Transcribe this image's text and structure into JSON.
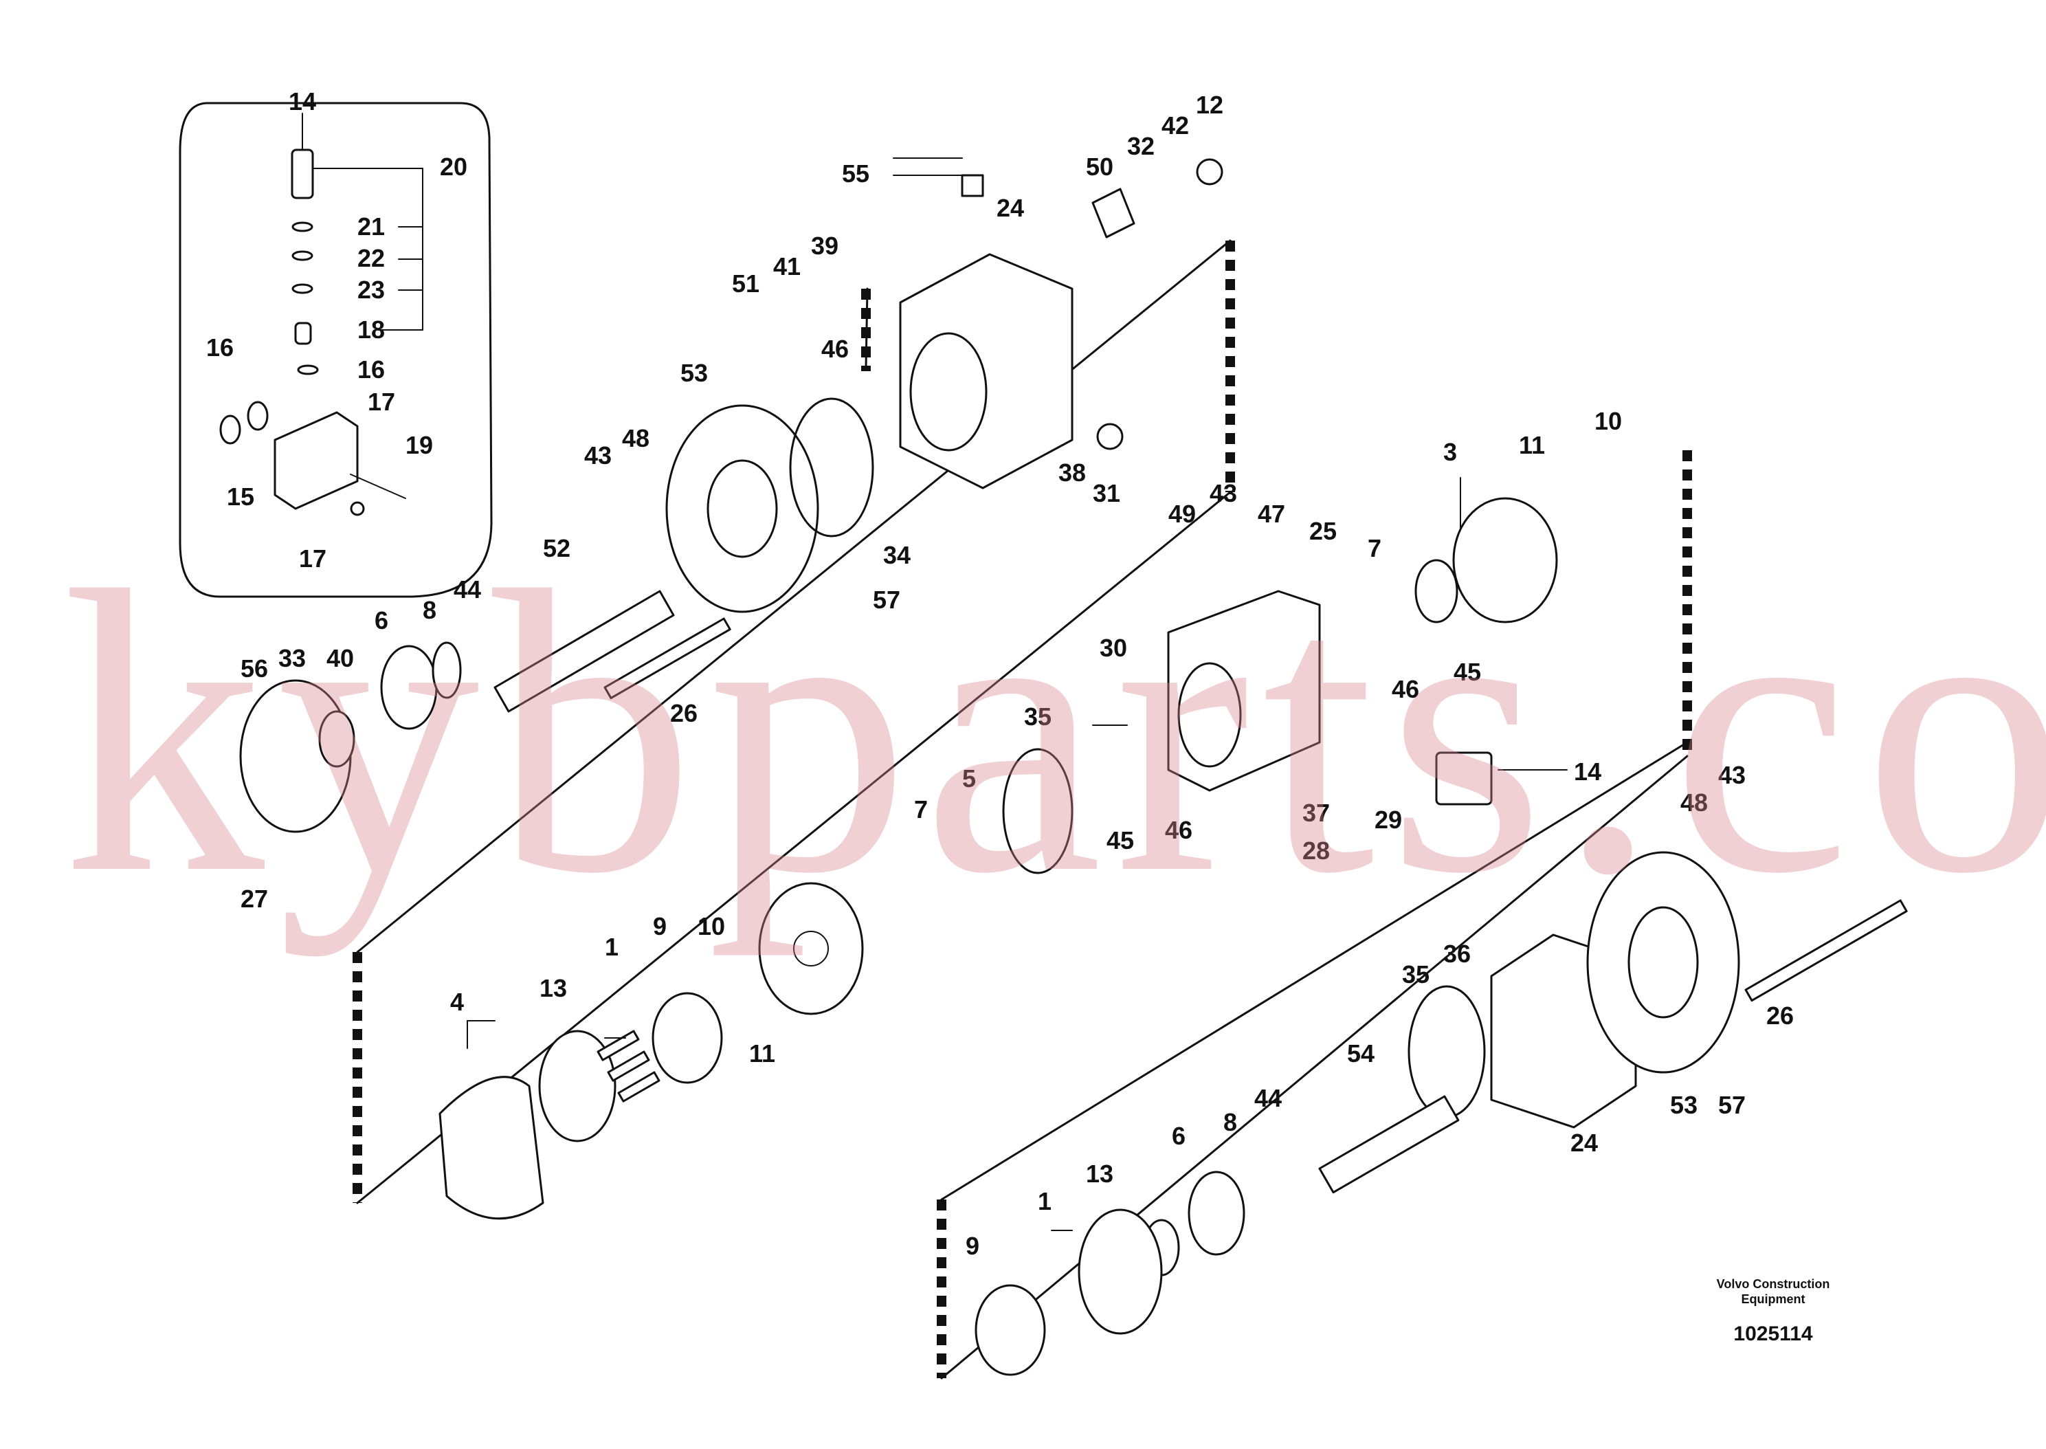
{
  "brand": {
    "line1": "Volvo Construction",
    "line2": "Equipment",
    "drawing_number": "1025114"
  },
  "watermark": "kybparts.com",
  "callouts": [
    {
      "id": "c-14-top",
      "label": "14"
    },
    {
      "id": "c-20",
      "label": "20"
    },
    {
      "id": "c-21",
      "label": "21"
    },
    {
      "id": "c-22",
      "label": "22"
    },
    {
      "id": "c-23",
      "label": "23"
    },
    {
      "id": "c-18",
      "label": "18"
    },
    {
      "id": "c-16-left",
      "label": "16"
    },
    {
      "id": "c-16-right",
      "label": "16"
    },
    {
      "id": "c-17-upper",
      "label": "17"
    },
    {
      "id": "c-19",
      "label": "19"
    },
    {
      "id": "c-15",
      "label": "15"
    },
    {
      "id": "c-17-lower",
      "label": "17"
    },
    {
      "id": "c-55",
      "label": "55"
    },
    {
      "id": "c-50",
      "label": "50"
    },
    {
      "id": "c-32",
      "label": "32"
    },
    {
      "id": "c-42",
      "label": "42"
    },
    {
      "id": "c-12",
      "label": "12"
    },
    {
      "id": "c-24-top",
      "label": "24"
    },
    {
      "id": "c-51",
      "label": "51"
    },
    {
      "id": "c-41",
      "label": "41"
    },
    {
      "id": "c-39",
      "label": "39"
    },
    {
      "id": "c-46-top",
      "label": "46"
    },
    {
      "id": "c-53-top",
      "label": "53"
    },
    {
      "id": "c-38",
      "label": "38"
    },
    {
      "id": "c-31",
      "label": "31"
    },
    {
      "id": "c-43-left",
      "label": "43"
    },
    {
      "id": "c-48-left",
      "label": "48"
    },
    {
      "id": "c-34",
      "label": "34"
    },
    {
      "id": "c-52",
      "label": "52"
    },
    {
      "id": "c-57-left",
      "label": "57"
    },
    {
      "id": "c-44-left",
      "label": "44"
    },
    {
      "id": "c-8-left",
      "label": "8"
    },
    {
      "id": "c-6-left",
      "label": "6"
    },
    {
      "id": "c-40",
      "label": "40"
    },
    {
      "id": "c-33",
      "label": "33"
    },
    {
      "id": "c-56",
      "label": "56"
    },
    {
      "id": "c-26-left",
      "label": "26"
    },
    {
      "id": "c-27",
      "label": "27"
    },
    {
      "id": "c-49",
      "label": "49"
    },
    {
      "id": "c-43-mid",
      "label": "43"
    },
    {
      "id": "c-47",
      "label": "47"
    },
    {
      "id": "c-25",
      "label": "25"
    },
    {
      "id": "c-7-upper",
      "label": "7"
    },
    {
      "id": "c-3",
      "label": "3"
    },
    {
      "id": "c-11-upper",
      "label": "11"
    },
    {
      "id": "c-10-upper",
      "label": "10"
    },
    {
      "id": "c-45-right",
      "label": "45"
    },
    {
      "id": "c-46-right",
      "label": "46"
    },
    {
      "id": "c-30",
      "label": "30"
    },
    {
      "id": "c-35-left",
      "label": "35"
    },
    {
      "id": "c-14-right",
      "label": "14"
    },
    {
      "id": "c-29",
      "label": "29"
    },
    {
      "id": "c-37",
      "label": "37"
    },
    {
      "id": "c-28",
      "label": "28"
    },
    {
      "id": "c-45-mid",
      "label": "45"
    },
    {
      "id": "c-46-mid",
      "label": "46"
    },
    {
      "id": "c-5",
      "label": "5"
    },
    {
      "id": "c-7-lower",
      "label": "7"
    },
    {
      "id": "c-4",
      "label": "4"
    },
    {
      "id": "c-13-left",
      "label": "13"
    },
    {
      "id": "c-1-left",
      "label": "1"
    },
    {
      "id": "c-9-left",
      "label": "9"
    },
    {
      "id": "c-10-lower",
      "label": "10"
    },
    {
      "id": "c-11-lower",
      "label": "11"
    },
    {
      "id": "c-43-right",
      "label": "43"
    },
    {
      "id": "c-48-right",
      "label": "48"
    },
    {
      "id": "c-36",
      "label": "36"
    },
    {
      "id": "c-35-right",
      "label": "35"
    },
    {
      "id": "c-26-right",
      "label": "26"
    },
    {
      "id": "c-54",
      "label": "54"
    },
    {
      "id": "c-53-right",
      "label": "53"
    },
    {
      "id": "c-57-right",
      "label": "57"
    },
    {
      "id": "c-24-right",
      "label": "24"
    },
    {
      "id": "c-44-right",
      "label": "44"
    },
    {
      "id": "c-8-right",
      "label": "8"
    },
    {
      "id": "c-6-right",
      "label": "6"
    },
    {
      "id": "c-13-right",
      "label": "13"
    },
    {
      "id": "c-1-right",
      "label": "1"
    },
    {
      "id": "c-9-right",
      "label": "9"
    }
  ]
}
